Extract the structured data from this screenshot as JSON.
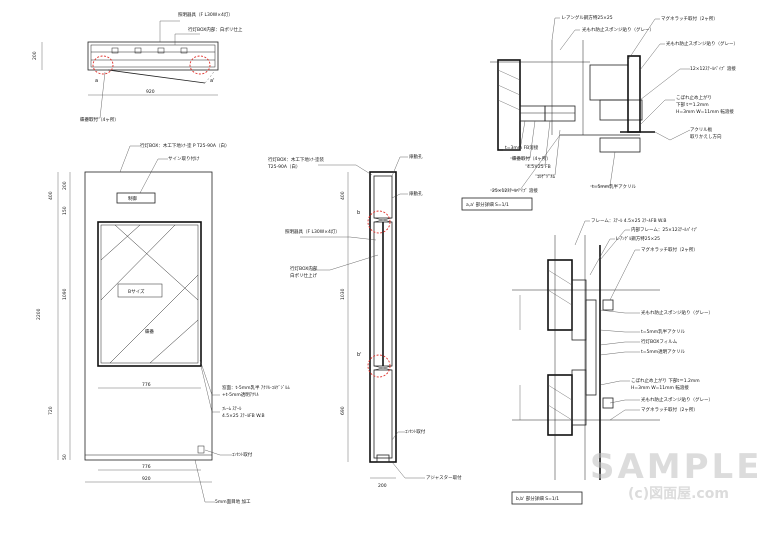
{
  "top_plan": {
    "labels": [
      "照明器具（F L30W×4灯）",
      "行灯BOX内部：白ポリ仕上",
      "蝶番取付（4ヶ所）"
    ],
    "dims": [
      "920",
      "200"
    ],
    "marks": [
      "a",
      "a'"
    ]
  },
  "elevation": {
    "labels": [
      "行灯BOX：木工下地ｼﾅ-塗 P T25-90A（白）",
      "サイン取り付け",
      "制御",
      "Bサイズ",
      "蝶番",
      "ｺﾝｾﾝﾄ取付",
      "5mm面目地 加工"
    ],
    "notes": [
      "窓面：t-5mm乳半 ｱｸﾘﾙ-ｺﾙｹﾞｼﾞﾙﾑ",
      "+t-5mm透明ｱｸﾘﾙ",
      "ﾌﾚｰﾑ ｽﾃｰﾙ",
      "4.5×25 ｽﾃｰﾙFB W.B"
    ],
    "dims_h": [
      "776",
      "776",
      "920"
    ],
    "dims_v": [
      "400",
      "200",
      "150",
      "1090",
      "2200",
      "720",
      "50"
    ]
  },
  "section": {
    "labels": [
      "行灯BOX：木工下地ｼﾅ-塗装",
      "T25-90A（白）",
      "照明器具（F L30W×4灯）",
      "行灯BOX内部",
      "白ポリ仕上げ",
      "扉動孔",
      "扉動孔",
      "ｺﾝｾﾝﾄ取付",
      "アジャスター取付"
    ],
    "dims_v": [
      "400",
      "1030",
      "690"
    ],
    "dims_h": [
      "200"
    ],
    "marks": [
      "b",
      "b'"
    ]
  },
  "detail_a": {
    "labels": [
      "L-アングル鋼方特25×25",
      "光もれ防止スポンジ貼り（グレー）",
      "マグネラッチ取付（2ヶ所）",
      "光もれ防止スポンジ貼り（グレー）",
      "12×12ｽﾃｰﾙﾊﾟｲﾌﾟ 溶接",
      "こぼれ止め上がり",
      "下部 t＝1.2mm",
      "H=3mm W=11mm 転溶接",
      "アクリル板",
      "取りかえし方向",
      "t=3mm FB溶接",
      "蝶番取付（4ヶ所）",
      "4.5×25 FB",
      "ｺﾙｹﾞｼﾞﾙﾑ",
      "25×12ｽﾃｰﾙﾊﾟｲﾌﾟ 溶接",
      "t=5mm乳半アクリル"
    ],
    "caption": "a,a' 部分詳細 S=1/1"
  },
  "detail_b": {
    "labels": [
      "フレーム：ｽﾃｰﾙ 4.5×25 ｽﾃｰﾙFB W.B",
      "内部フレーム：25×12ｽﾃｰﾙﾊﾟｲﾌﾟ",
      "L-ｱﾝｸﾞﾙ鋼方特25×25",
      "マグネラッチ取付（2ヶ所）",
      "光もれ防止スポンジ貼り（グレー）",
      "t=5mm乳半アクリル",
      "行灯BOXフィルム",
      "t=5mm透明アクリル",
      "こぼれ止め上がり 下部t＝1.2mm",
      "H=3mm W=11mm 転溶接",
      "光もれ防止スポンジ貼り（グレー）",
      "マグネラッチ取付（2ヶ所）"
    ],
    "caption": "b,b' 部分詳細 S=1/1"
  },
  "watermark": {
    "main": "SAMPLE",
    "sub": "(c)図面屋.com"
  }
}
